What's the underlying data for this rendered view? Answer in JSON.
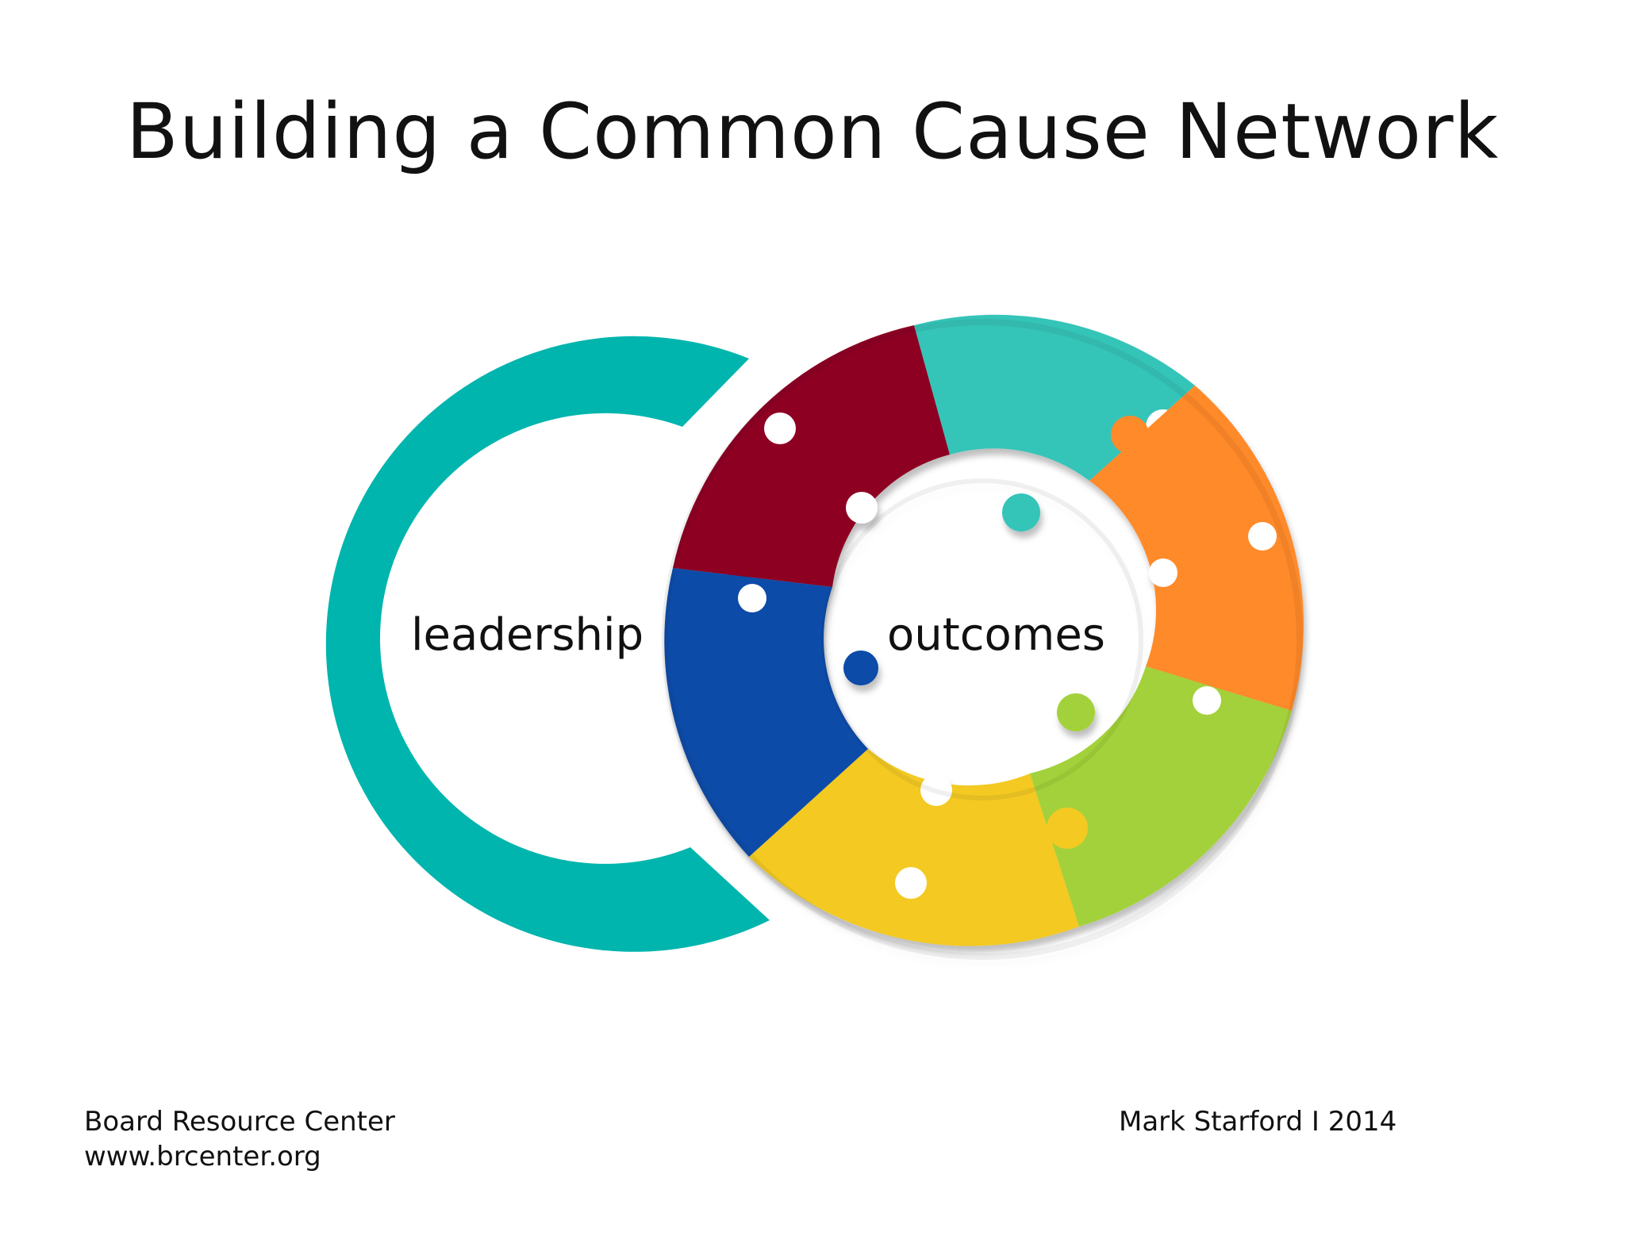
{
  "title": "Building a Common Cause Network",
  "diagram": {
    "labels": {
      "left": "leadership",
      "right": "outcomes"
    },
    "colors": {
      "c_arc": "#00B5AD",
      "piece_red": "#8E0024",
      "piece_teal": "#35C4B8",
      "piece_orange": "#FF8A2A",
      "piece_green": "#A3D13A",
      "piece_yellow": "#F3C924",
      "piece_blue": "#0A4BA8"
    },
    "icons": [
      "c-ring-icon",
      "puzzle-ring-icon"
    ]
  },
  "footer": {
    "organization": "Board Resource Center",
    "website": "www.brcenter.org",
    "credit": "Mark Starford I 2014"
  }
}
